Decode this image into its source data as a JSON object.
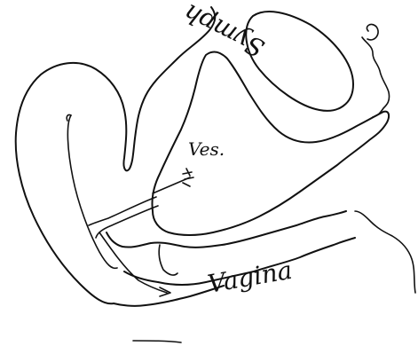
{
  "labels": {
    "symph": "Symph",
    "ves": "Ves.",
    "vagina": "Vagina"
  },
  "colors": {
    "ink": "#111111",
    "paper": "#ffffff"
  }
}
